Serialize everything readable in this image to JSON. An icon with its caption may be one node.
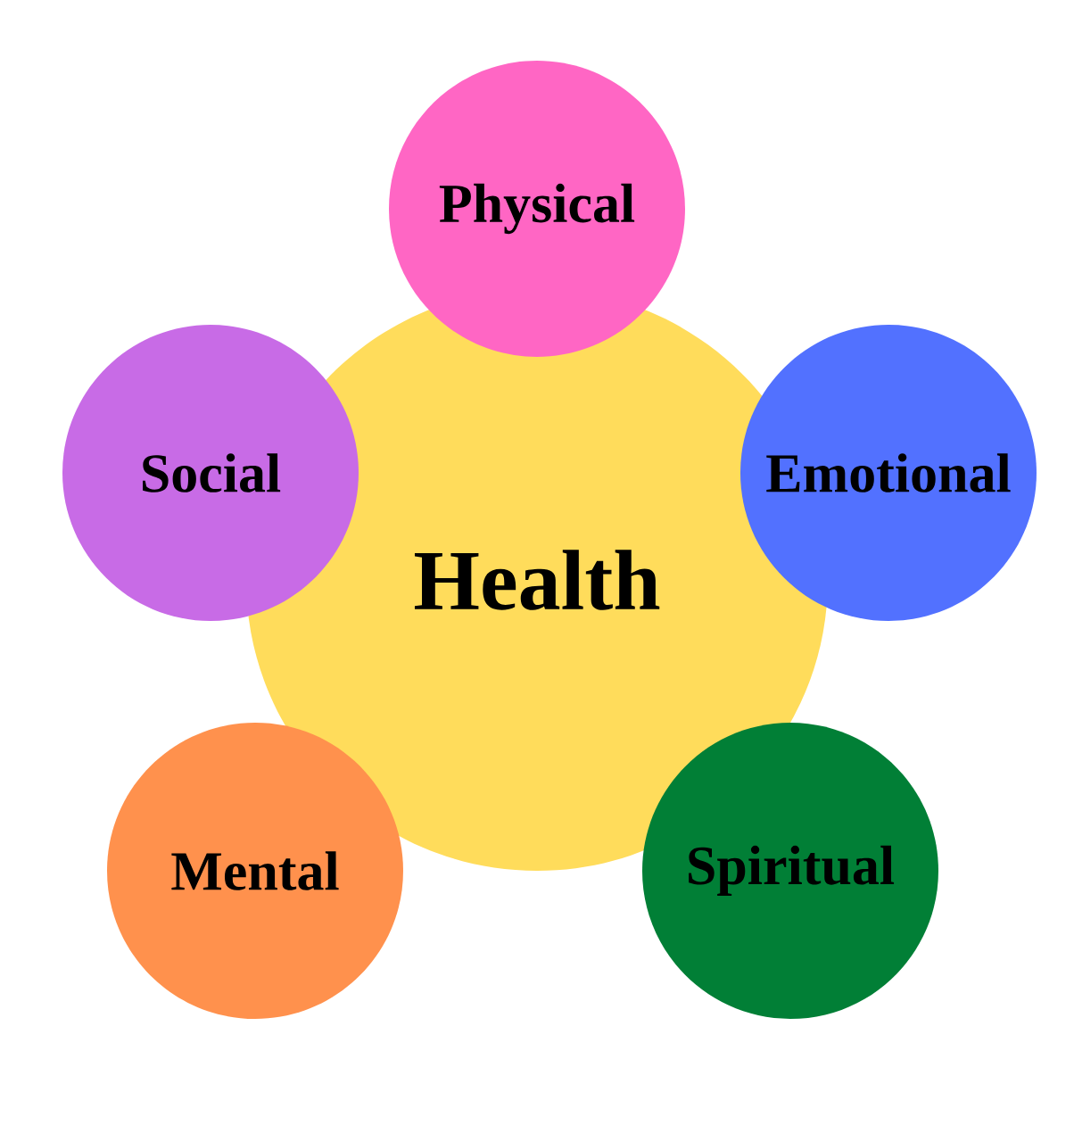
{
  "diagram": {
    "nodes": [
      {
        "text": [
          "Health"
        ]
      },
      {
        "text": [
          "Physical"
        ]
      },
      {
        "text": [
          "Emotional"
        ]
      },
      {
        "text": [
          "Spiritual"
        ]
      },
      {
        "text": [
          "Mental"
        ]
      },
      {
        "text": [
          "Social"
        ]
      }
    ]
  }
}
